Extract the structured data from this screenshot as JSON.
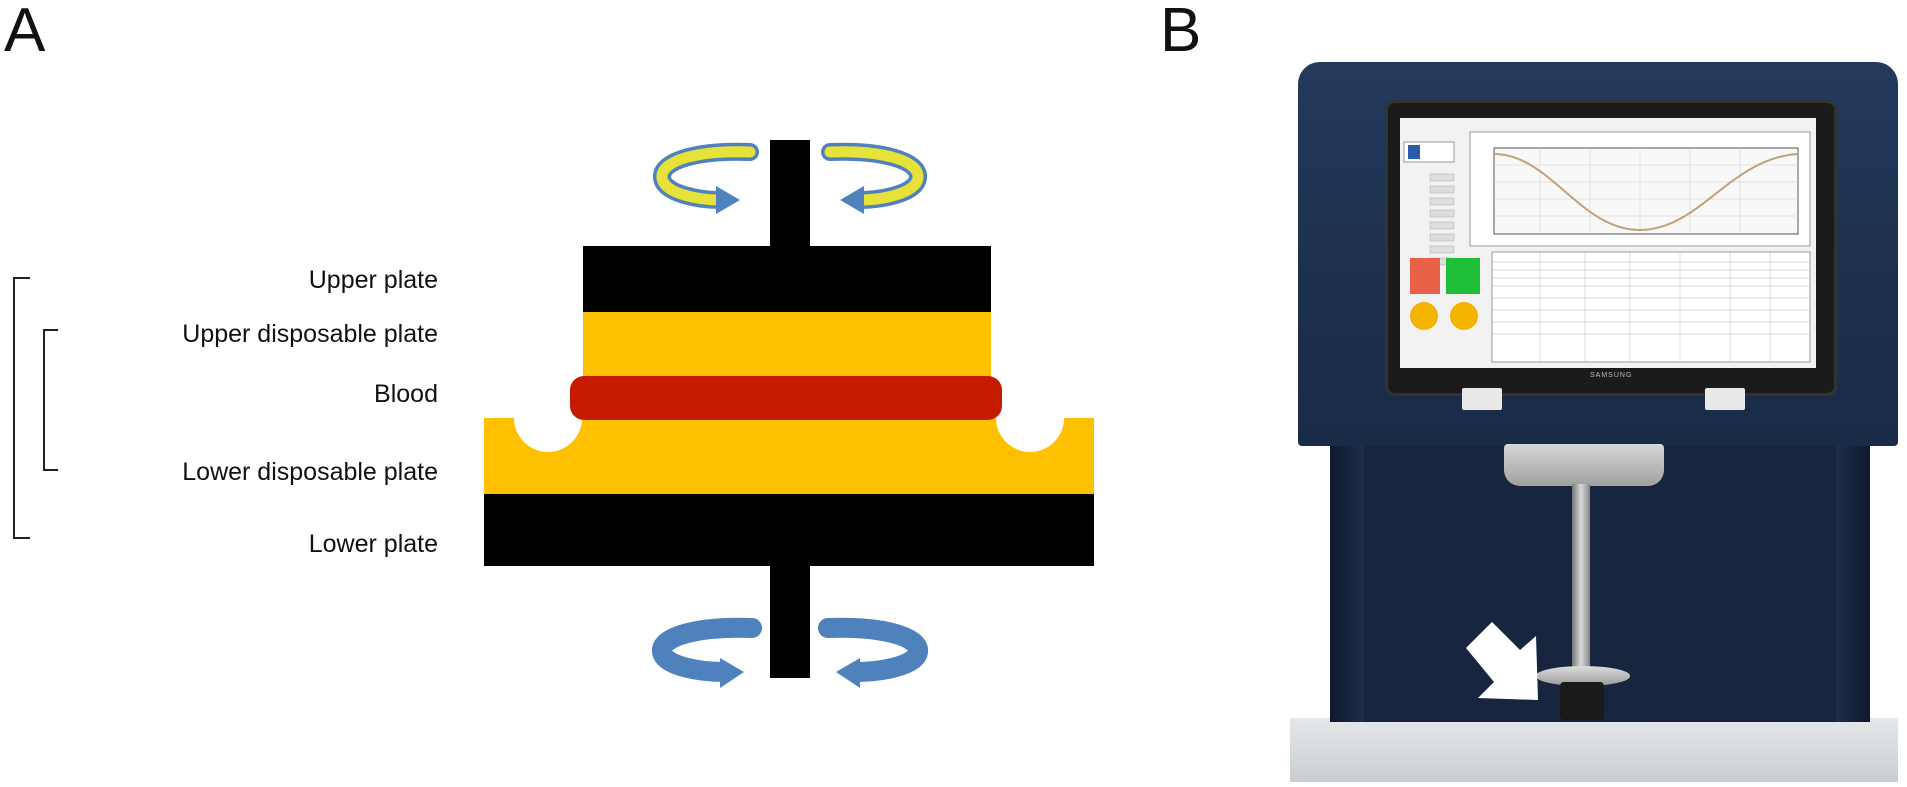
{
  "panels": {
    "a_letter": "A",
    "b_letter": "B"
  },
  "labels": {
    "upper_plate": "Upper plate",
    "upper_disposable_plate": "Upper disposable plate",
    "blood": "Blood",
    "lower_disposable_plate": "Lower disposable plate",
    "lower_plate": "Lower plate"
  },
  "photo": {
    "monitor_brand": "SAMSUNG"
  },
  "colors": {
    "plate": "#000000",
    "disposable": "#FFC000",
    "blood": "#C41A00",
    "upper_arrow": "#E6E23A",
    "lower_arrow": "#4F81BD",
    "cabinet": "#1E3150"
  }
}
